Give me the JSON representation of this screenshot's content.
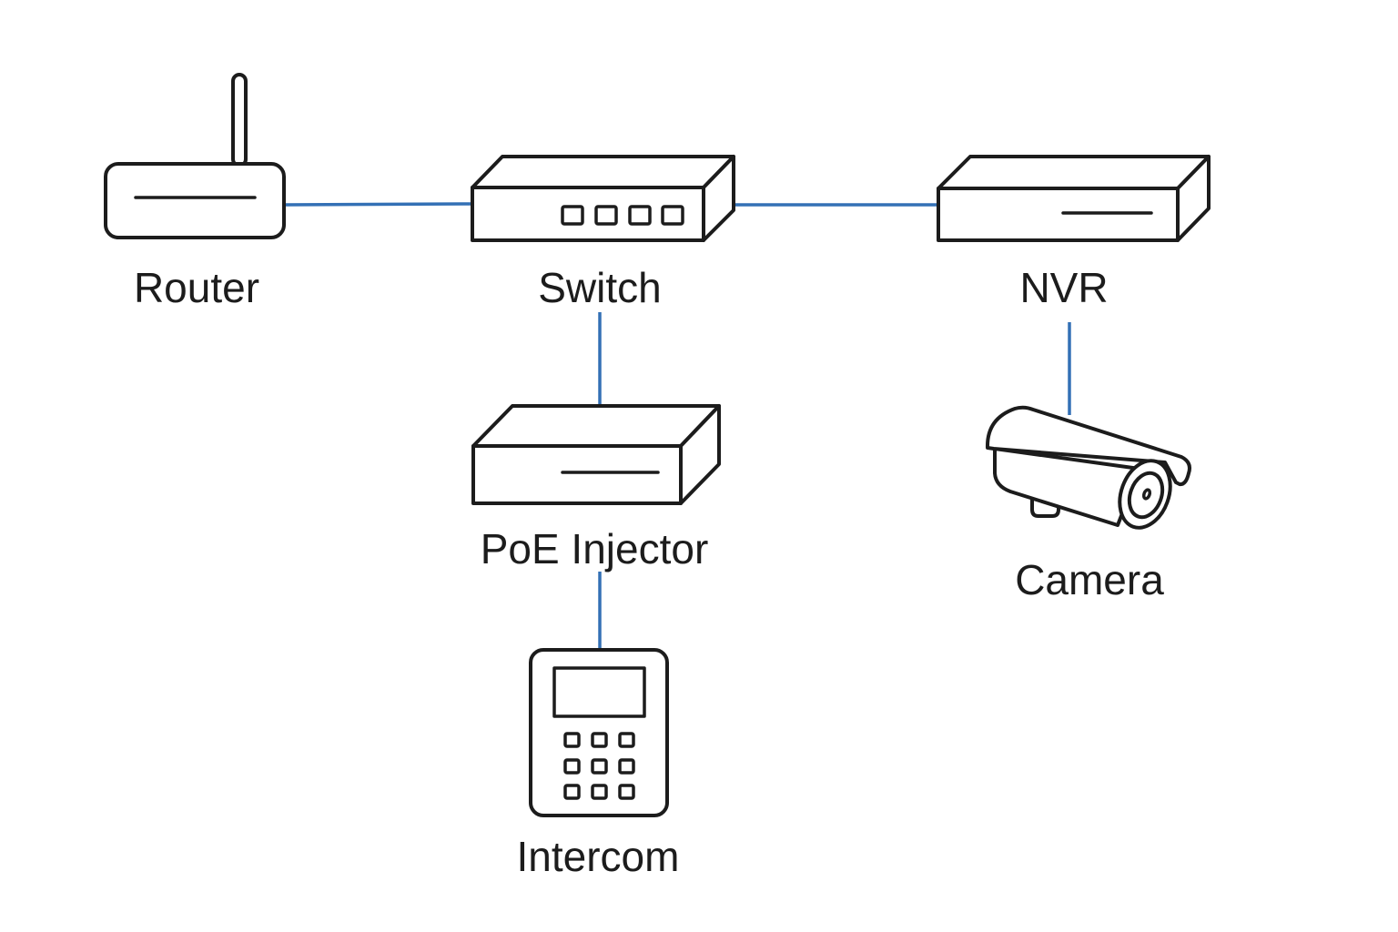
{
  "diagram": {
    "type": "network-topology",
    "link_color": "#3370b5",
    "stroke_color": "#1c1c1c",
    "background": "#ffffff",
    "nodes": [
      {
        "id": "router",
        "label": "Router",
        "icon": "router-icon"
      },
      {
        "id": "switch",
        "label": "Switch",
        "icon": "switch-icon",
        "port_count": 4
      },
      {
        "id": "nvr",
        "label": "NVR",
        "icon": "nvr-icon"
      },
      {
        "id": "poe",
        "label": "PoE Injector",
        "icon": "poe-injector-icon"
      },
      {
        "id": "camera",
        "label": "Camera",
        "icon": "camera-icon"
      },
      {
        "id": "intercom",
        "label": "Intercom",
        "icon": "intercom-icon",
        "keypad_keys": 9
      }
    ],
    "edges": [
      {
        "from": "router",
        "to": "switch"
      },
      {
        "from": "switch",
        "to": "nvr"
      },
      {
        "from": "switch",
        "to": "poe"
      },
      {
        "from": "nvr",
        "to": "camera"
      },
      {
        "from": "poe",
        "to": "intercom"
      }
    ]
  }
}
